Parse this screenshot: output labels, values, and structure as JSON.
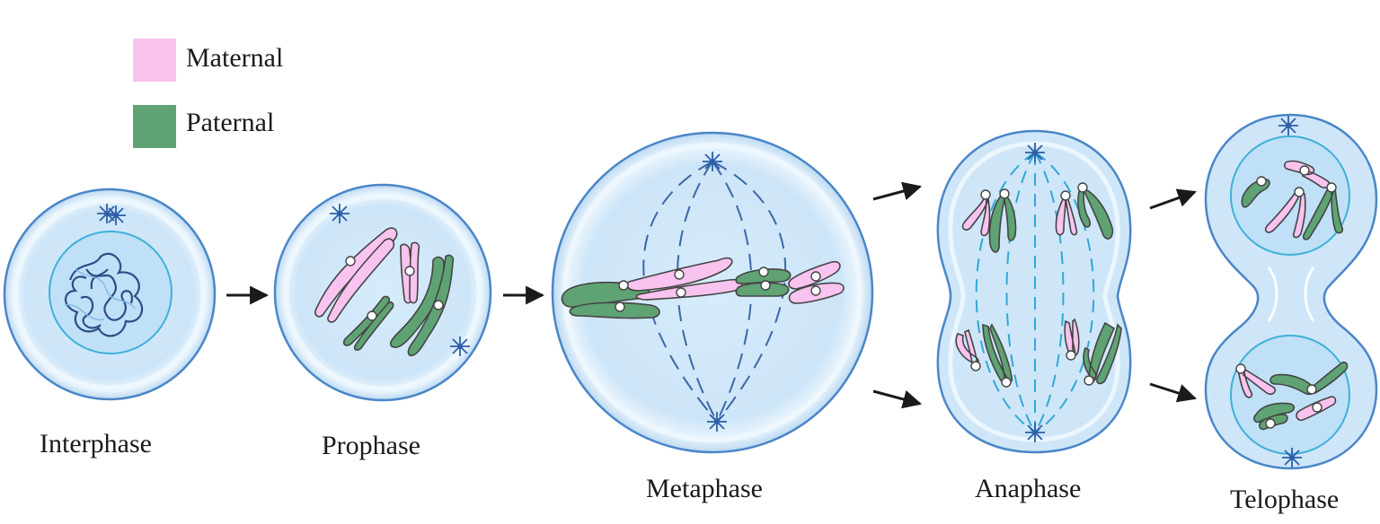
{
  "legend": {
    "maternal_label": "Maternal",
    "paternal_label": "Paternal",
    "maternal_color": "#f9c3ef",
    "paternal_color": "#5fa374"
  },
  "stages": {
    "interphase": "Interphase",
    "prophase": "Prophase",
    "metaphase": "Metaphase",
    "anaphase": "Anaphase",
    "telophase": "Telophase"
  },
  "colors": {
    "cell_fill": "#cfe6f8",
    "cell_edge": "#4a86c8",
    "nucleus_fill": "#bfe0f6",
    "nucleus_edge": "#3fb0da",
    "spindle": "#3b67a6",
    "spindle_anaphase": "#2fa9d6",
    "centrosome": "#2d5fa8",
    "chromatin": "#2a4f86",
    "arrow": "#1a1a1a"
  }
}
